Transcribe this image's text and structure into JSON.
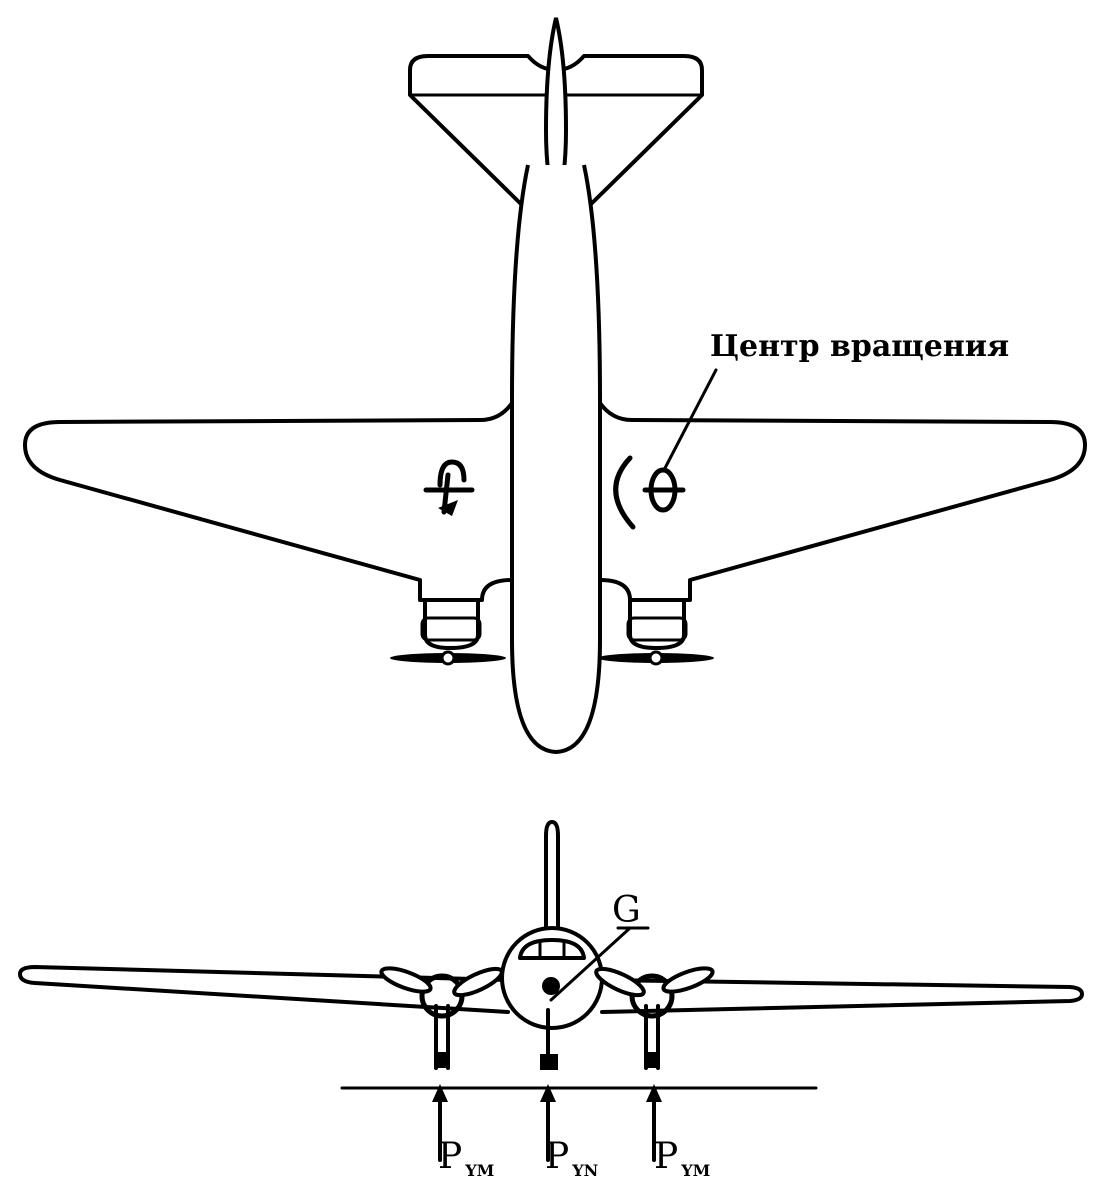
{
  "labels": {
    "rotation_center": "Центр вращения",
    "gravity": "G"
  },
  "forces": [
    {
      "symbol": "P",
      "subscript": "YM"
    },
    {
      "symbol": "P",
      "subscript": "YN"
    },
    {
      "symbol": "P",
      "subscript": "YM"
    }
  ],
  "colors": {
    "ink": "#000000",
    "background": "#ffffff"
  }
}
